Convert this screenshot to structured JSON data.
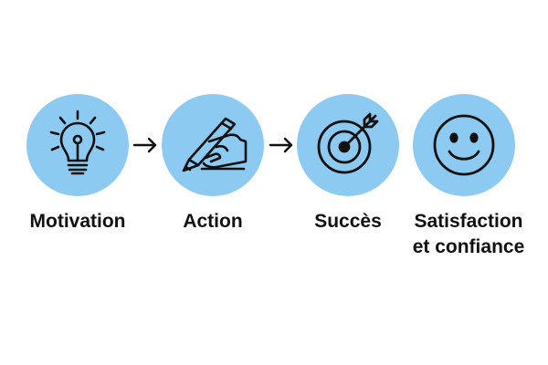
{
  "colors": {
    "circle_fill": "#8ccaf2",
    "icon_stroke": "#111111",
    "text": "#111111",
    "arrow": "#111111"
  },
  "steps": [
    {
      "icon": "lightbulb-icon",
      "label": "Motivation"
    },
    {
      "icon": "hand-writing-pencil-icon",
      "label": "Action"
    },
    {
      "icon": "target-arrow-icon",
      "label": "Succès"
    },
    {
      "icon": "smiley-face-icon",
      "label_line1": "Satisfaction",
      "label_line2": "et confiance"
    }
  ],
  "connectors": [
    {
      "icon": "arrow-right-icon",
      "from": "Motivation",
      "to": "Action"
    },
    {
      "icon": "arrow-right-icon",
      "from": "Action",
      "to": "Succès"
    }
  ]
}
